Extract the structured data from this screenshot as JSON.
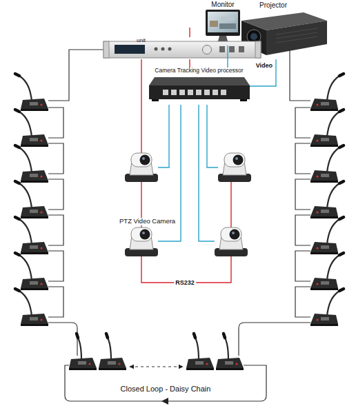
{
  "diagram": {
    "nodes": [
      {
        "text": [
          "Monitor"
        ]
      },
      {
        "text": [
          "Projector"
        ]
      },
      {
        "text": [
          "unit"
        ]
      },
      {
        "text": [
          "Camera Tracking Video processor"
        ]
      },
      {
        "text": [
          "PTZ Video Camera"
        ]
      },
      {
        "text": [
          "Closed Loop - Daisy Chain"
        ]
      }
    ],
    "edges": [
      {
        "from": 3,
        "to": 0,
        "arrow": "none"
      },
      {
        "from": 3,
        "to": 1,
        "label": "Video",
        "arrow": "none"
      },
      {
        "from": 2,
        "to": 3,
        "arrow": "none"
      },
      {
        "from": 3,
        "to": 4,
        "arrow": "none"
      }
    ],
    "labels": [
      "RS232"
    ]
  }
}
